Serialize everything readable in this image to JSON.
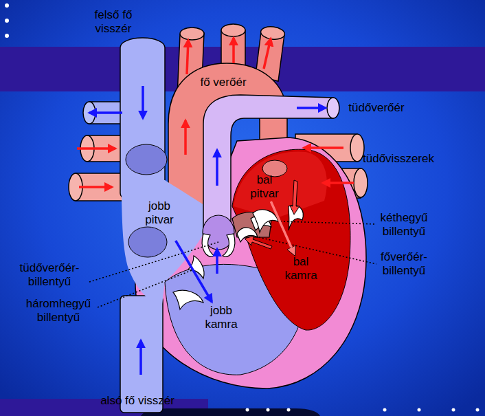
{
  "diagram": {
    "nodes": [
      {
        "text": [
          "fő verőér"
        ]
      },
      {
        "text": [
          "bal pitvar"
        ]
      },
      {
        "text": [
          "jobb pitvar"
        ]
      },
      {
        "text": [
          "bal kamra"
        ]
      },
      {
        "text": [
          "jobb kamra"
        ]
      }
    ],
    "edges": [
      {
        "from": 2,
        "to": 4,
        "arrow": "to"
      },
      {
        "from": 1,
        "to": 3,
        "arrow": "to"
      }
    ],
    "labels": [
      "felső fő visszér",
      "tüdőverőér",
      "tüdővisszerek",
      "kéthegyű billentyű",
      "főverőér- billentyű",
      "tüdőverőér- billentyű",
      "háromhegyű billentyű",
      "alsó fő visszér"
    ]
  }
}
